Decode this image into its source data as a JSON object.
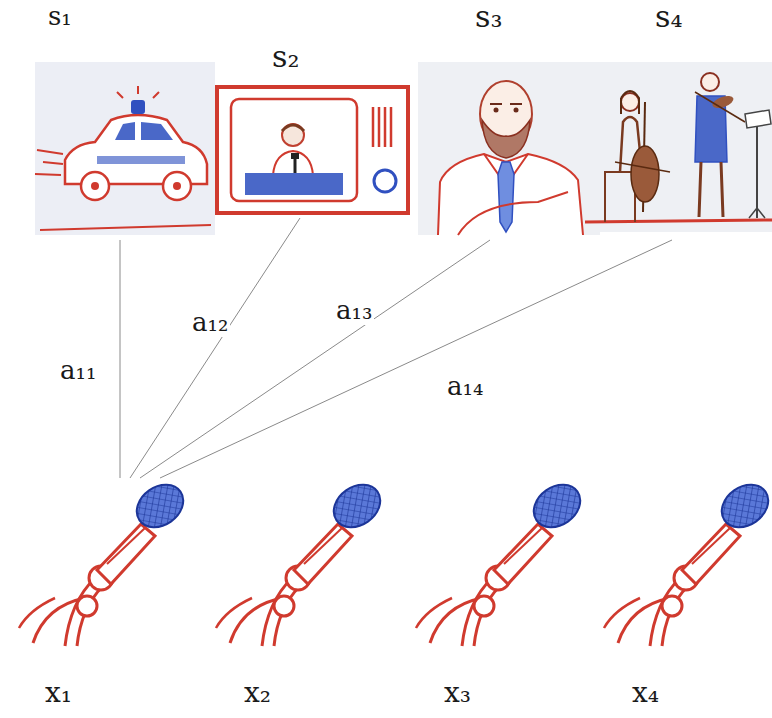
{
  "diagram": {
    "nodes": [
      {
        "text": [
          "s₁"
        ]
      },
      {
        "text": [
          "s₂"
        ]
      },
      {
        "text": [
          "s₃"
        ]
      },
      {
        "text": [
          "s₄"
        ]
      },
      {
        "text": [
          "x₁"
        ]
      },
      {
        "text": [
          "x₂"
        ]
      },
      {
        "text": [
          "x₃"
        ]
      },
      {
        "text": [
          "x₄"
        ]
      }
    ],
    "edges": [
      {
        "from": 0,
        "to": 4,
        "label": "a₁₁",
        "arrow": "none"
      },
      {
        "from": 1,
        "to": 4,
        "label": "a₁₂",
        "arrow": "none"
      },
      {
        "from": 2,
        "to": 4,
        "label": "a₁₃",
        "arrow": "none"
      },
      {
        "from": 3,
        "to": 4,
        "label": "a₁₄",
        "arrow": "none"
      }
    ]
  }
}
